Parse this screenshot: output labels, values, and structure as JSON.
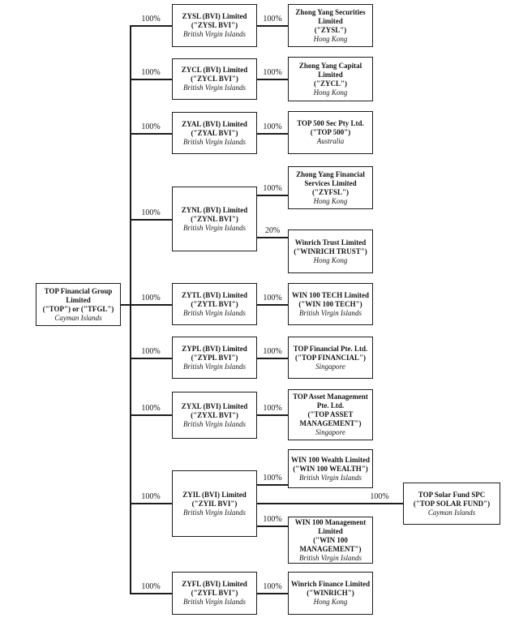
{
  "diagram": {
    "title": "Corporate ownership structure chart",
    "background_color": "#ffffff",
    "line_color": "#1c1c1c"
  },
  "nodes": {
    "top": {
      "name": "TOP Financial Group Limited",
      "alias": "(\"TOP\") or (\"TFGL\")",
      "jurisdiction": "Cayman Islands"
    },
    "zysl_bvi": {
      "name": "ZYSL (BVI) Limited",
      "alias": "(\"ZYSL BVI\")",
      "jurisdiction": "British Virgin Islands"
    },
    "zycl_bvi": {
      "name": "ZYCL (BVI) Limited",
      "alias": "(\"ZYCL BVI\")",
      "jurisdiction": "British Virgin Islands"
    },
    "zyal_bvi": {
      "name": "ZYAL (BVI) Limited",
      "alias": "(\"ZYAL BVI\")",
      "jurisdiction": "British Virgin Islands"
    },
    "zynl_bvi": {
      "name": "ZYNL (BVI) Limited",
      "alias": "(\"ZYNL BVI\")",
      "jurisdiction": "British Virgin Islands"
    },
    "zytl_bvi": {
      "name": "ZYTL (BVI) Limited",
      "alias": "(\"ZYTL BVI\")",
      "jurisdiction": "British Virgin Islands"
    },
    "zypl_bvi": {
      "name": "ZYPL (BVI) Limited",
      "alias": "(\"ZYPL BVI\")",
      "jurisdiction": "British Virgin Islands"
    },
    "zyxl_bvi": {
      "name": "ZYXL (BVI) Limited",
      "alias": "(\"ZYXL BVI\")",
      "jurisdiction": "British Virgin Islands"
    },
    "zyil_bvi": {
      "name": "ZYIL (BVI) Limited",
      "alias": "(\"ZYIL BVI\")",
      "jurisdiction": "British Virgin Islands"
    },
    "zyfl_bvi": {
      "name": "ZYFL (BVI) Limited",
      "alias": "(\"ZYFL BVI\")",
      "jurisdiction": "British Virgin Islands"
    },
    "zysl": {
      "name": "Zhong Yang Securities Limited",
      "alias": "(\"ZYSL\")",
      "jurisdiction": "Hong Kong"
    },
    "zycl": {
      "name": "Zhong Yang Capital Limited",
      "alias": "(\"ZYCL\")",
      "jurisdiction": "Hong Kong"
    },
    "top500": {
      "name": "TOP 500 Sec Pty Ltd.",
      "alias": "(\"TOP 500\")",
      "jurisdiction": "Australia"
    },
    "zyfsl": {
      "name": "Zhong Yang Financial Services Limited",
      "alias": "(\"ZYFSL\")",
      "jurisdiction": "Hong Kong"
    },
    "winrich_trust": {
      "name": "Winrich Trust Limited",
      "alias": "(\"WINRICH TRUST\")",
      "jurisdiction": "Hong Kong"
    },
    "win100tech": {
      "name": "WIN 100 TECH Limited",
      "alias": "(\"WIN 100 TECH\")",
      "jurisdiction": "British Virgin Islands"
    },
    "top_financial": {
      "name": "TOP Financial Pte. Ltd.",
      "alias": "(\"TOP FINANCIAL\")",
      "jurisdiction": "Singapore"
    },
    "top_asset": {
      "name": "TOP Asset Management Pte. Ltd.",
      "alias": "(\"TOP ASSET MANAGEMENT\")",
      "jurisdiction": "Singapore"
    },
    "win100wealth": {
      "name": "WIN 100 Wealth Limited",
      "alias": "(\"WIN 100 WEALTH\")",
      "jurisdiction": "British Virgin Islands"
    },
    "win100mgmt": {
      "name": "WIN 100 Management Limited",
      "alias": "(\"WIN 100 MANAGEMENT\")",
      "jurisdiction": "British Virgin Islands"
    },
    "winrich": {
      "name": "Winrich Finance Limited",
      "alias": "(\"WINRICH\")",
      "jurisdiction": "Hong Kong"
    },
    "top_solar": {
      "name": "TOP Solar Fund SPC",
      "alias": "(\"TOP SOLAR FUND\")",
      "jurisdiction": "Cayman Islands"
    }
  },
  "edges": {
    "top_zysl_bvi": "100%",
    "top_zycl_bvi": "100%",
    "top_zyal_bvi": "100%",
    "top_zynl_bvi": "100%",
    "top_zytl_bvi": "100%",
    "top_zypl_bvi": "100%",
    "top_zyxl_bvi": "100%",
    "top_zyil_bvi": "100%",
    "top_zyfl_bvi": "100%",
    "zysl_bvi_zysl": "100%",
    "zycl_bvi_zycl": "100%",
    "zyal_bvi_top500": "100%",
    "zynl_bvi_zyfsl": "100%",
    "zynl_bvi_winrich_trust": "20%",
    "zytl_bvi_win100tech": "100%",
    "zypl_bvi_top_financial": "100%",
    "zyxl_bvi_top_asset": "100%",
    "zyil_bvi_win100wealth": "100%",
    "zyil_bvi_win100mgmt": "100%",
    "zyil_bvi_top_solar": "100%",
    "zyfl_bvi_winrich": "100%"
  }
}
